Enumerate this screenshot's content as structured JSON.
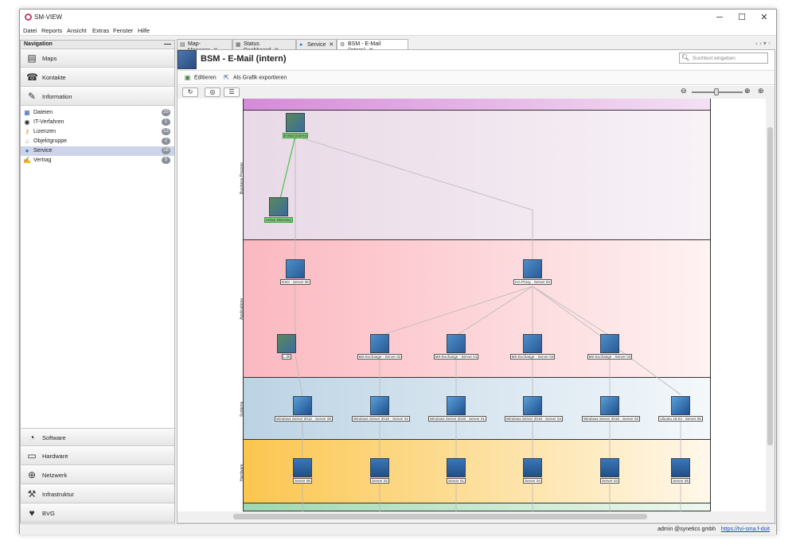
{
  "window": {
    "title": "SM-VIEW",
    "min": "─",
    "max": "☐",
    "close": "✕"
  },
  "menu": [
    "Datei",
    "Reports",
    "Ansicht",
    "Extras",
    "Fenster",
    "Hilfe"
  ],
  "navigation": {
    "title": "Navigation",
    "min": "—",
    "top_sections": [
      {
        "label": "Maps",
        "icon": "map-icon"
      },
      {
        "label": "Kontakte",
        "icon": "contact-icon"
      },
      {
        "label": "Information",
        "icon": "info-icon"
      }
    ],
    "tree": [
      {
        "label": "Dateien",
        "count": "25",
        "icon": "file-icon"
      },
      {
        "label": "IT-Verfahren",
        "count": "1",
        "icon": "process-icon"
      },
      {
        "label": "Lizenzen",
        "count": "13",
        "icon": "key-icon"
      },
      {
        "label": "Objektgruppe",
        "count": "2",
        "icon": "group-icon"
      },
      {
        "label": "Service",
        "count": "28",
        "icon": "globe-icon",
        "selected": true
      },
      {
        "label": "Vertrag",
        "count": "5",
        "icon": "contract-icon"
      }
    ],
    "bottom_sections": [
      {
        "label": "Software",
        "icon": "software-icon"
      },
      {
        "label": "Hardware",
        "icon": "hardware-icon"
      },
      {
        "label": "Netzwerk",
        "icon": "network-icon"
      },
      {
        "label": "Infrastruktur",
        "icon": "infrastructure-icon"
      },
      {
        "label": "BVG",
        "icon": "heart-icon"
      }
    ]
  },
  "tabs": [
    {
      "label": "Map-Manager",
      "close": "✕"
    },
    {
      "label": "Status Dashboard",
      "close": "✕"
    },
    {
      "label": "Service",
      "close": "✕"
    },
    {
      "label": "BSM - E-Mail (intern)",
      "close": "✕",
      "active": true
    }
  ],
  "tab_nav": "‹ › ▾ ▫",
  "page": {
    "title": "BSM - E-Mail (intern)",
    "search_placeholder": "Suchtext eingeben"
  },
  "toolbar": {
    "edit": "Editieren",
    "export": "Als Grafik exportieren"
  },
  "lanes": [
    {
      "caption": "Business Process",
      "color": "#ead9e6"
    },
    {
      "caption": "Applications",
      "color": "#fbc9cf"
    },
    {
      "caption": "Systems",
      "color": "#c9dbe8"
    },
    {
      "caption": "Hardware",
      "color": "#fcd58a"
    }
  ],
  "nodes": {
    "business": [
      {
        "label": "E-Mail (intern)",
        "green": true
      },
      {
        "label": "Active Directory",
        "green": true
      }
    ],
    "apps_top": [
      {
        "label": "ESO - Server 06"
      },
      {
        "label": "HA-Proxy - Server 03"
      }
    ],
    "apps_bottom": [
      {
        "label": "L.Zk"
      },
      {
        "label": "MS-Exchange - Server 02"
      },
      {
        "label": "MS-Exchange - Server 01"
      },
      {
        "label": "MS-Exchange - Server 04"
      },
      {
        "label": "MS-Exchange - Server 03"
      }
    ],
    "systems": [
      {
        "label": "Windows Server 2012 - Server 06"
      },
      {
        "label": "Windows Server 2019 - Server 02"
      },
      {
        "label": "Windows Server 2019 - Server 01"
      },
      {
        "label": "Windows Server 2019 - Server 04"
      },
      {
        "label": "Windows Server 2019 - Server 03"
      },
      {
        "label": "Ubuntu 18.04 - Server 05"
      }
    ],
    "hardware": [
      {
        "label": "Server 06"
      },
      {
        "label": "Server 02"
      },
      {
        "label": "Server 01"
      },
      {
        "label": "Server 04"
      },
      {
        "label": "Server 03"
      },
      {
        "label": "Server 05"
      }
    ]
  },
  "status": {
    "user": "admin @synetics gmbh",
    "link": "https://tvi-sma.f-doit"
  }
}
